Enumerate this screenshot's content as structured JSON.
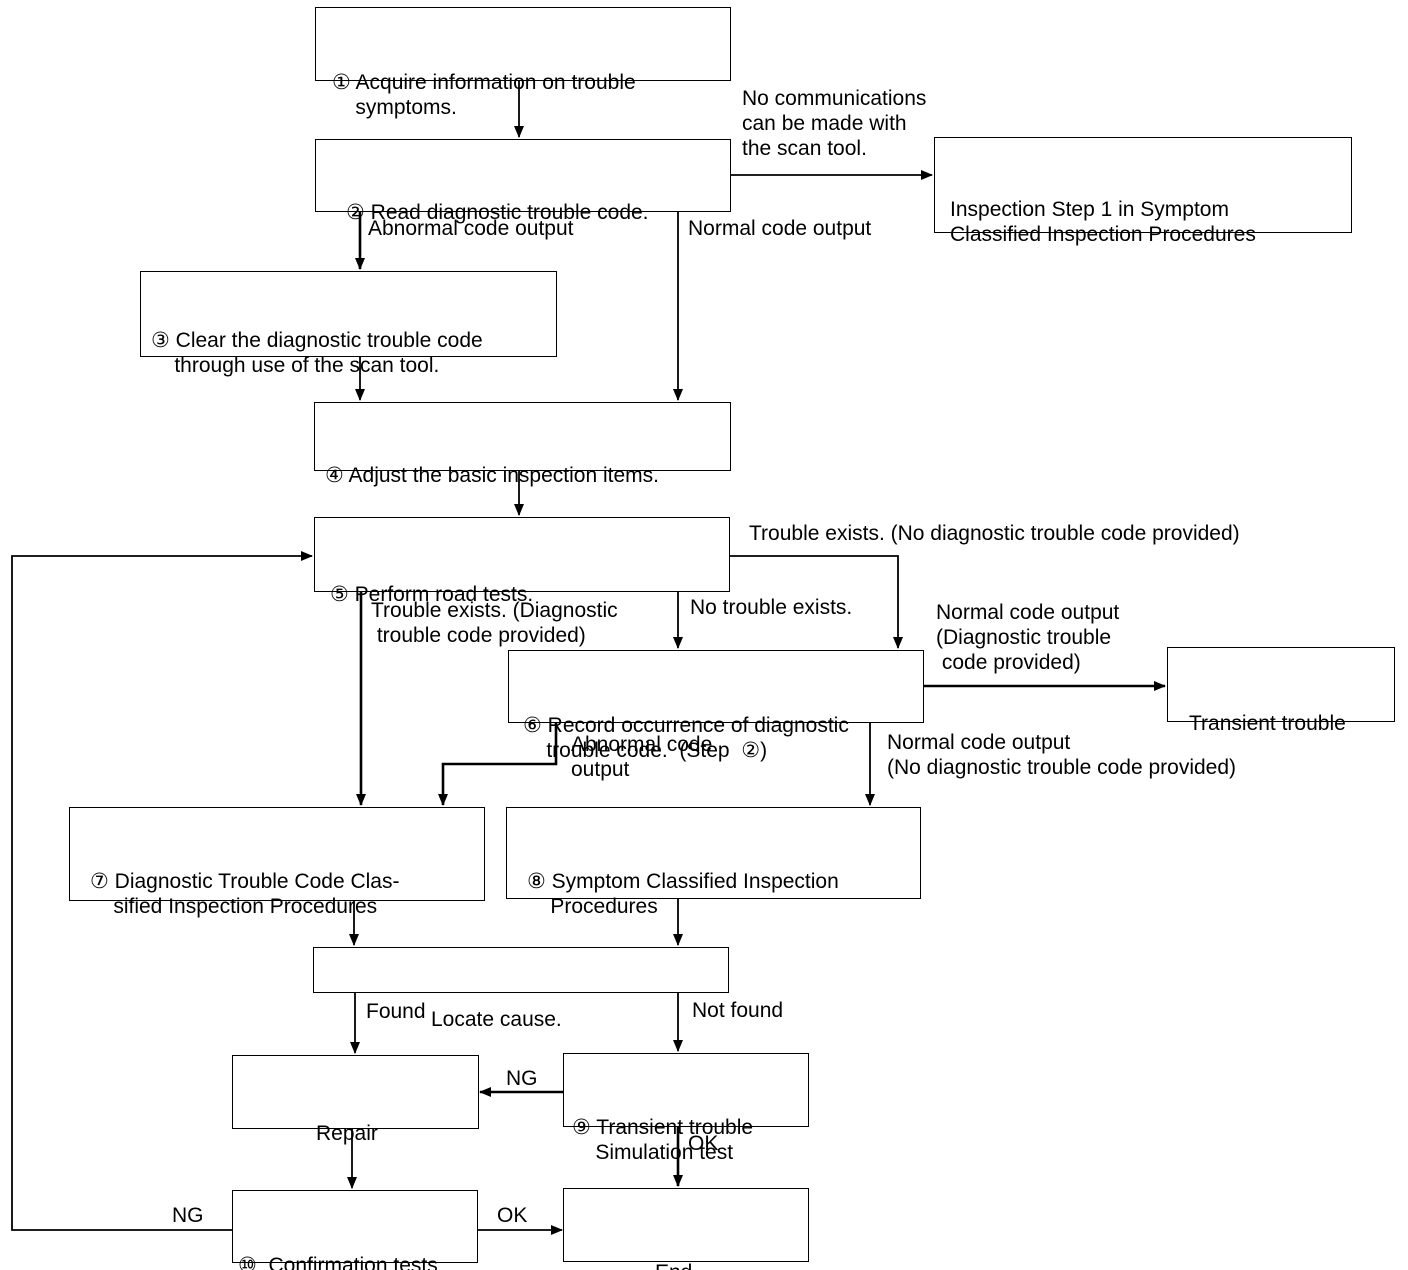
{
  "boxes": {
    "b1": "① Acquire information on trouble\n    symptoms.",
    "b2": "② Read diagnostic trouble code.",
    "insp": "Inspection Step 1 in Symptom\nClassified Inspection Procedures",
    "b3": "③ Clear the diagnostic trouble code\n    through use of the scan tool.",
    "b4": "④ Adjust the basic inspection items.",
    "b5": "⑤ Perform road tests.",
    "b6": "⑥ Record occurrence of diagnostic\n    trouble code.  (Step  ②)",
    "transient": "Transient trouble",
    "b7": "⑦ Diagnostic Trouble Code Clas-\n    sified Inspection Procedures",
    "b8": "⑧ Symptom Classified Inspection\n    Procedures",
    "locate": "Locate cause.",
    "repair": "Repair",
    "b9": "⑨ Transient trouble\n    Simulation test",
    "b10": "⑩  Confirmation tests\n    (road tests)",
    "end": "End"
  },
  "labels": {
    "no_comm": "No communications\ncan be made with\nthe scan tool.",
    "abnormal_code_output": "Abnormal code output",
    "normal_code_output_1": "Normal code output",
    "trouble_no_dtc": "Trouble exists. (No diagnostic trouble code provided)",
    "trouble_dtc": "Trouble exists. (Diagnostic\n trouble code provided)",
    "no_trouble": "No trouble exists.",
    "normal_dtc_provided": "Normal code output\n(Diagnostic trouble\n code provided)",
    "abnormal_code_output_2": "Abnormal code\noutput",
    "normal_no_dtc": "Normal code output\n(No diagnostic trouble code provided)",
    "found": "Found",
    "not_found": "Not found",
    "ng_repair": "NG",
    "ok_end": "OK",
    "ng_loop": "NG",
    "ok_confirm": "OK"
  }
}
